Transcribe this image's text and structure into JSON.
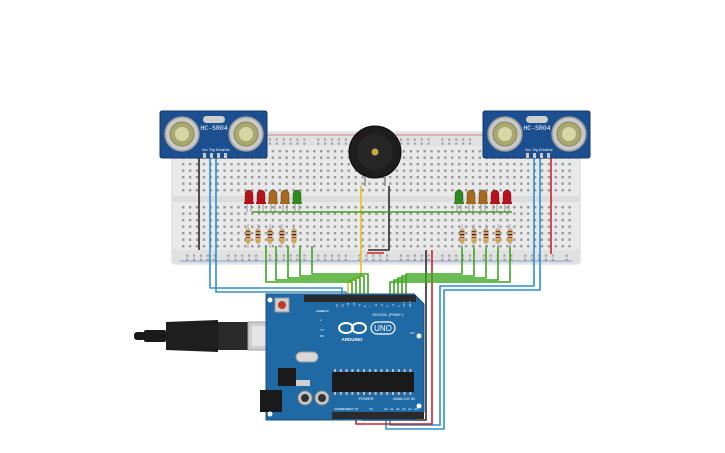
{
  "sensors": [
    {
      "id": "left",
      "model": "HC-SR04",
      "pins": [
        "Vcc",
        "Trig",
        "Echo",
        "Gnd"
      ]
    },
    {
      "id": "right",
      "model": "HC-SR04",
      "pins": [
        "Vcc",
        "Trig",
        "Echo",
        "Gnd"
      ]
    }
  ],
  "arduino": {
    "brand": "ARDUINO",
    "model": "UNO",
    "digital_label": "DIGITAL (PWM~)",
    "power_label": "POWER",
    "analog_label": "ANALOG IN",
    "aref": "AREF",
    "gnd": "GND",
    "l_label": "L",
    "tx_label": "TX",
    "rx_label": "RX",
    "on_label": "ON",
    "ioref": "IOREF",
    "reset": "RESET",
    "v33": "3.3V",
    "v5": "5V",
    "vin": "Vin",
    "digital_pins": [
      "13",
      "12",
      "~11",
      "~10",
      "~9",
      "8",
      "7",
      "~6",
      "~5",
      "4",
      "~3",
      "2",
      "TX 1",
      "RX 0"
    ],
    "analog_pins": [
      "A0",
      "A1",
      "A2",
      "A3",
      "A4",
      "A5"
    ]
  },
  "leds": {
    "left": [
      "red",
      "red",
      "orange",
      "orange",
      "green"
    ],
    "right": [
      "green",
      "orange",
      "orange",
      "red",
      "red"
    ]
  },
  "colors": {
    "led_red": "#b5121b",
    "led_orange": "#a86a1c",
    "led_green": "#2e8b1e",
    "board": "#1f6aa5",
    "sensor": "#1c4f8f",
    "breadboard": "#ebebeb",
    "wire_green": "#3ca51f",
    "wire_blue": "#2f8fd0",
    "wire_red": "#c8242a",
    "wire_black": "#2b2b2b",
    "wire_yellow": "#e8c11a"
  },
  "icons": [
    "buzzer-icon",
    "usb-plug-icon",
    "infinity-logo-icon"
  ]
}
